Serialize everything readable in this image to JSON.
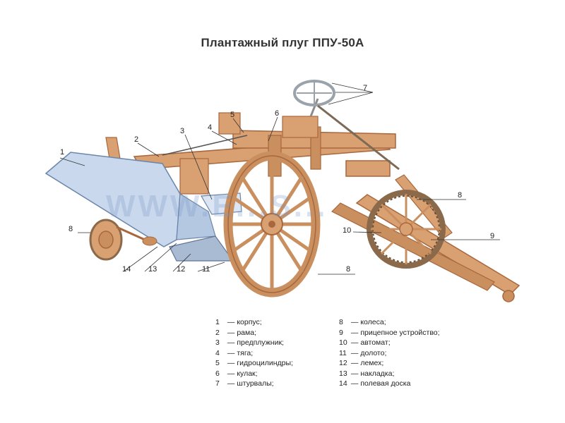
{
  "title": "Плантажный плуг ППУ-50А",
  "watermark": "WWW.E...S...",
  "callout_labels": {
    "c1": "1",
    "c2": "2",
    "c3": "3",
    "c4": "4",
    "c5": "5",
    "c6": "6",
    "c7": "7",
    "c8a": "8",
    "c8b": "8",
    "c8c": "8",
    "c9": "9",
    "c10": "10",
    "c11": "11",
    "c12": "12",
    "c13": "13",
    "c14": "14"
  },
  "legend": {
    "left": [
      {
        "num": "1",
        "text": "— корпус;"
      },
      {
        "num": "2",
        "text": "— рама;"
      },
      {
        "num": "3",
        "text": "— предплужник;"
      },
      {
        "num": "4",
        "text": "— тяга;"
      },
      {
        "num": "5",
        "text": "— гидроцилиндры;"
      },
      {
        "num": "6",
        "text": "— кулак;"
      },
      {
        "num": "7",
        "text": "— штурвалы;"
      }
    ],
    "right": [
      {
        "num": "8",
        "text": "— колеса;"
      },
      {
        "num": "9",
        "text": "— прицепное устройство;"
      },
      {
        "num": "10",
        "text": "— автомат;"
      },
      {
        "num": "11",
        "text": "— долото;"
      },
      {
        "num": "12",
        "text": "— лемех;"
      },
      {
        "num": "13",
        "text": "— накладка;"
      },
      {
        "num": "14",
        "text": "— полевая доска"
      }
    ]
  },
  "colors": {
    "frame": "#d9a072",
    "frame_dark": "#a8673c",
    "moldboard": "#c9d8ec",
    "moldboard_dark": "#8ea8cc",
    "steel": "#9aa2ab"
  }
}
